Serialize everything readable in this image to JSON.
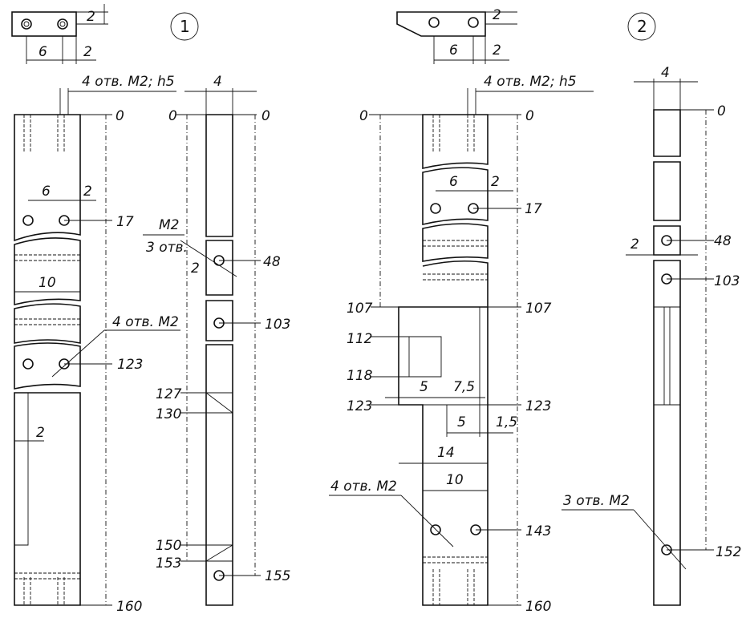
{
  "figure1": {
    "number": "1",
    "top_view": {
      "dim_height": "2",
      "dim_a": "6",
      "dim_b": "2"
    },
    "front_view": {
      "holes_note": "4 отв. M2; h5",
      "zero": "0",
      "dim_a": "6",
      "dim_b": "2",
      "mark_17": "17",
      "dim_10": "10",
      "holes_note2": "4 отв. M2",
      "mark_123": "123",
      "dim_2": "2",
      "mark_160": "160"
    },
    "side_view": {
      "width": "4",
      "zero_left": "0",
      "zero_right": "0",
      "m2": "M2",
      "holes_count": "3 отв.",
      "dim_2": "2",
      "mark_48": "48",
      "mark_103": "103",
      "mark_127": "127",
      "mark_130": "130",
      "mark_150": "150",
      "mark_153": "153",
      "mark_155": "155"
    }
  },
  "figure2": {
    "number": "2",
    "top_view": {
      "dim_height": "2",
      "dim_a": "6",
      "dim_b": "2"
    },
    "front_view": {
      "holes_note": "4 отв. M2; h5",
      "zero_left": "0",
      "zero_right": "0",
      "dim_a": "6",
      "dim_b": "2",
      "mark_17": "17",
      "mark_107_left": "107",
      "mark_107_right": "107",
      "mark_112": "112",
      "mark_118": "118",
      "dim_5a": "5",
      "dim_7_5": "7,5",
      "mark_123_left": "123",
      "mark_123_right": "123",
      "dim_5b": "5",
      "dim_1_5": "1,5",
      "dim_14": "14",
      "dim_10": "10",
      "holes_note2": "4 отв. M2",
      "mark_143": "143",
      "mark_160": "160"
    },
    "side_view": {
      "width": "4",
      "zero": "0",
      "dim_2": "2",
      "mark_48": "48",
      "mark_103": "103",
      "holes_note": "3 отв. M2",
      "mark_152": "152"
    }
  }
}
